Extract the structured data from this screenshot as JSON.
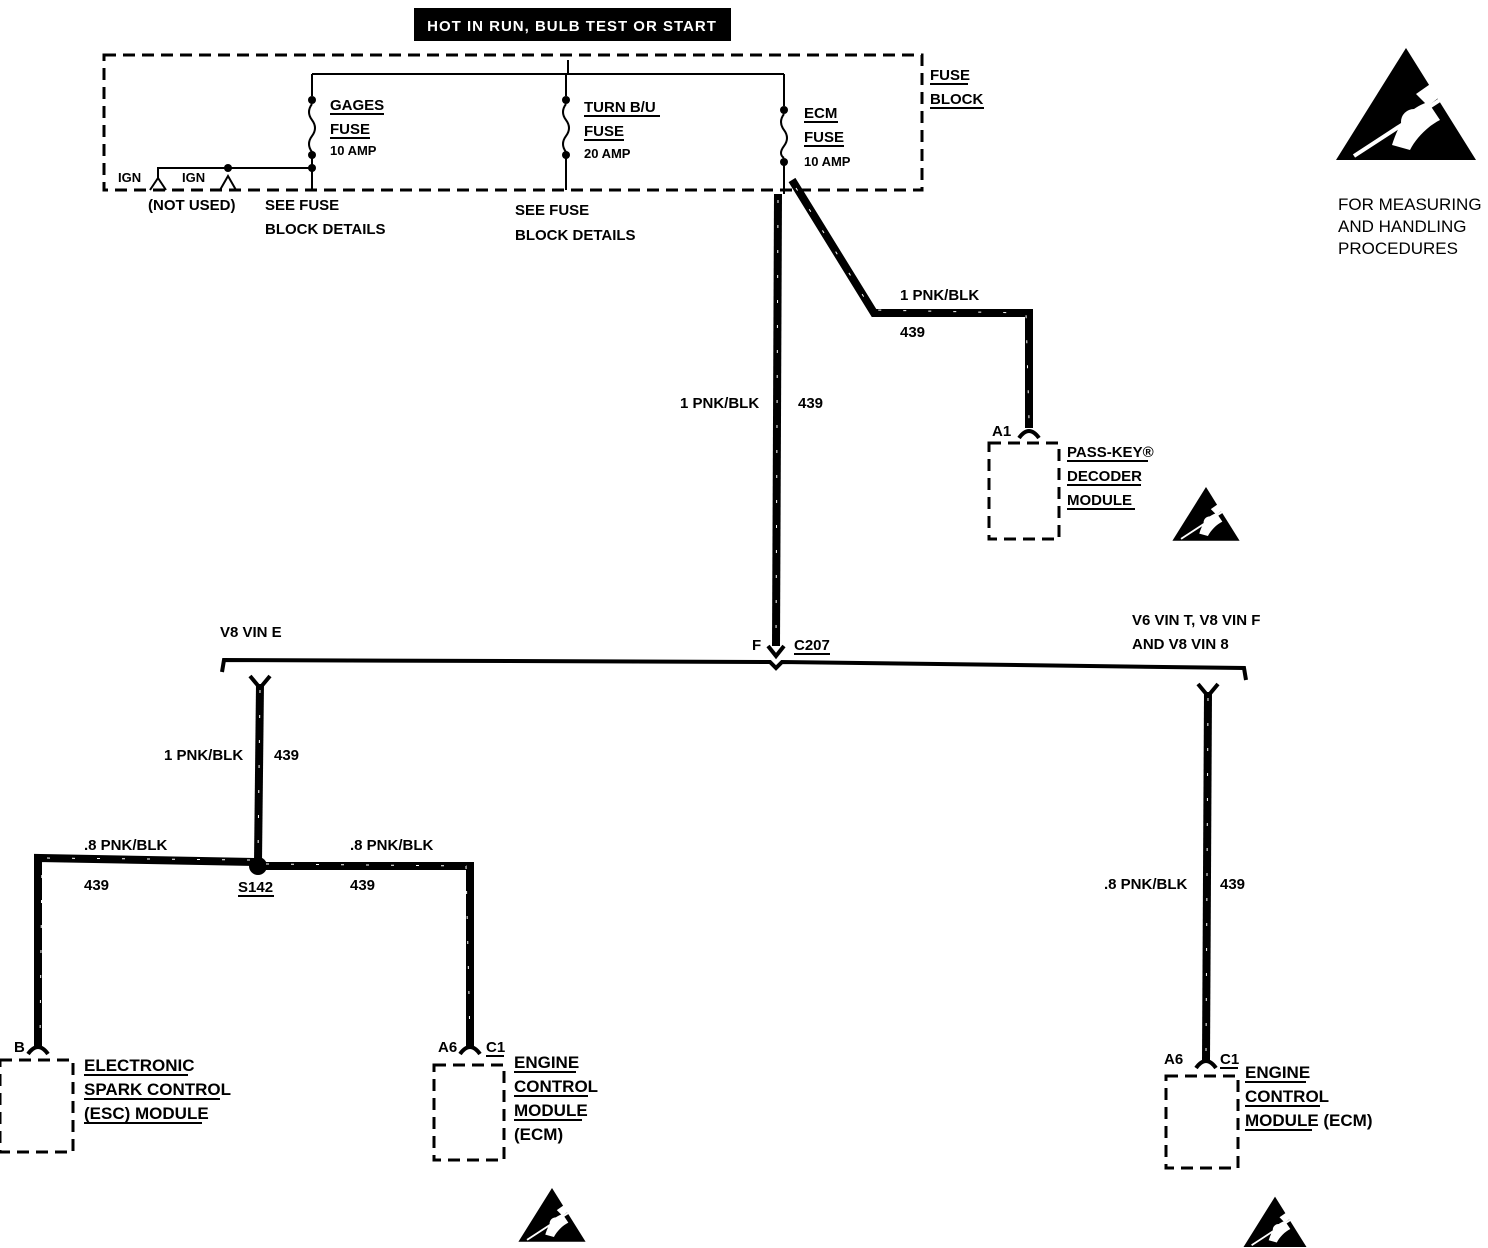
{
  "header": {
    "title": "HOT IN RUN, BULB TEST OR START"
  },
  "fuse_block": {
    "label": [
      "FUSE",
      "BLOCK"
    ],
    "ign_left": "IGN",
    "ign_right": "IGN",
    "not_used": "(NOT USED)",
    "see_fuse_1": [
      "SEE FUSE",
      "BLOCK DETAILS"
    ],
    "see_fuse_2": [
      "SEE FUSE",
      "BLOCK DETAILS"
    ],
    "fuses": [
      {
        "name": "GAGES",
        "type": "FUSE",
        "rating": "10 AMP"
      },
      {
        "name": "TURN B/U",
        "type": "FUSE",
        "rating": "20 AMP"
      },
      {
        "name": "ECM",
        "type": "FUSE",
        "rating": "10 AMP"
      }
    ]
  },
  "esd_note": [
    "FOR MEASURING",
    "AND HANDLING",
    "PROCEDURES"
  ],
  "wires": {
    "passkey_color": "1 PNK/BLK",
    "passkey_circuit": "439",
    "main_color": "1 PNK/BLK",
    "main_circuit": "439",
    "v8e_color": "1 PNK/BLK",
    "v8e_circuit": "439",
    "esc_color": ".8 PNK/BLK",
    "esc_circuit": "439",
    "ecm_left_color": ".8 PNK/BLK",
    "ecm_left_circuit": "439",
    "ecm_right_color": ".8 PNK/BLK",
    "ecm_right_circuit": "439"
  },
  "connectors": {
    "c207_pin": "F",
    "c207": "C207",
    "splice": "S142",
    "passkey_pin": "A1",
    "esc_pin": "B",
    "ecm_left_pin": "A6",
    "ecm_left_conn": "C1",
    "ecm_right_pin": "A6",
    "ecm_right_conn": "C1"
  },
  "variants": {
    "left": "V8 VIN E",
    "right": [
      "V6 VIN T, V8 VIN F",
      "AND V8 VIN 8"
    ]
  },
  "modules": {
    "passkey": [
      "PASS-KEY®",
      "DECODER",
      "MODULE"
    ],
    "esc": [
      "ELECTRONIC",
      "SPARK CONTROL",
      "(ESC) MODULE"
    ],
    "ecm_left": [
      "ENGINE",
      "CONTROL",
      "MODULE",
      "(ECM)"
    ],
    "ecm_right": [
      "ENGINE",
      "CONTROL",
      "MODULE (ECM)"
    ]
  },
  "icons": [
    "esd-warning-icon"
  ]
}
